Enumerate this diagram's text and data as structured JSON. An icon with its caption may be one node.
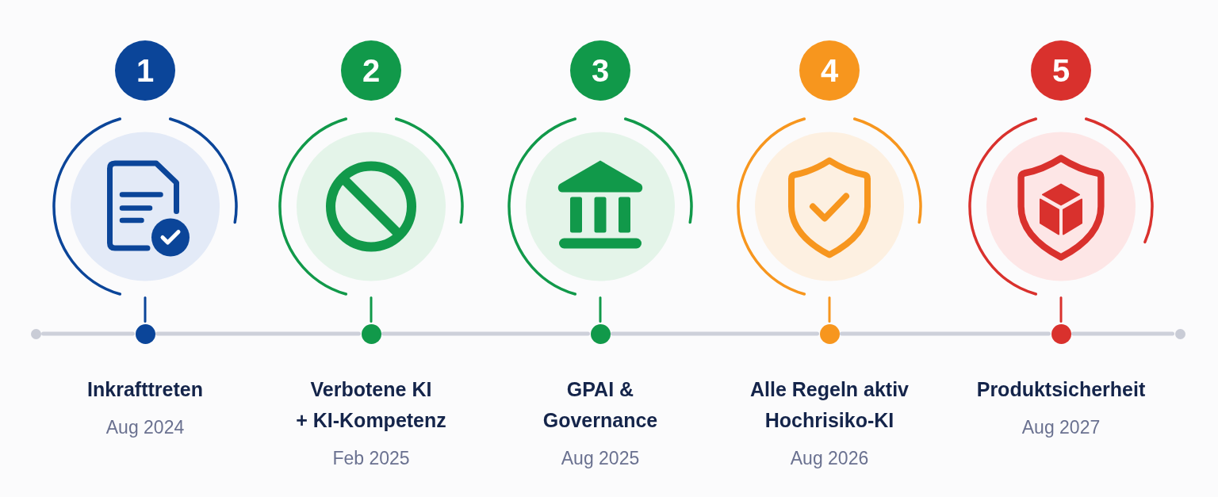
{
  "diagram": {
    "nodes": [
      {
        "text": [],
        "shape": "circle"
      },
      {
        "text": [
          "1"
        ]
      },
      {
        "text": [],
        "shape": "picture"
      },
      {
        "text": [],
        "shape": "circle",
        "beside": [
          "Inkrafttreten",
          "Aug 2024"
        ]
      },
      {
        "text": [
          "2"
        ]
      },
      {
        "text": [],
        "shape": "picture"
      },
      {
        "text": [],
        "shape": "circle",
        "beside": [
          "Verbotene KI + KI-Kompetenz",
          "Feb 2025"
        ]
      },
      {
        "text": [
          "3"
        ]
      },
      {
        "text": [],
        "shape": "picture"
      },
      {
        "text": [],
        "shape": "circle",
        "beside": [
          "GPAI & Governance",
          "Aug 2025"
        ]
      },
      {
        "text": [
          "4"
        ]
      },
      {
        "text": [],
        "shape": "picture"
      },
      {
        "text": [],
        "shape": "circle",
        "beside": [
          "Alle Regeln aktiv Hochrisiko-KI",
          "Aug 2026"
        ]
      },
      {
        "text": [
          "5"
        ]
      },
      {
        "text": [],
        "shape": "picture"
      },
      {
        "text": [],
        "shape": "circle",
        "beside": [
          "Produktsicherheit",
          "Aug 2027"
        ]
      },
      {
        "text": [],
        "shape": "circle"
      }
    ],
    "edges": [
      {
        "from": 0,
        "to": 3,
        "arrow": "none"
      },
      {
        "from": 2,
        "to": 3,
        "arrow": "none",
        "color": "#0b4599"
      },
      {
        "from": 3,
        "to": 6,
        "arrow": "none"
      },
      {
        "from": 5,
        "to": 6,
        "arrow": "none",
        "color": "#11994a"
      },
      {
        "from": 6,
        "to": 9,
        "arrow": "none"
      },
      {
        "from": 8,
        "to": 9,
        "arrow": "none",
        "color": "#11994a"
      },
      {
        "from": 9,
        "to": 12,
        "arrow": "none"
      },
      {
        "from": 11,
        "to": 12,
        "arrow": "none",
        "color": "#f7961e"
      },
      {
        "from": 12,
        "to": 15,
        "arrow": "none"
      },
      {
        "from": 14,
        "to": 15,
        "arrow": "none",
        "color": "#d9312d"
      },
      {
        "from": 15,
        "to": 16,
        "arrow": "none"
      }
    ]
  }
}
